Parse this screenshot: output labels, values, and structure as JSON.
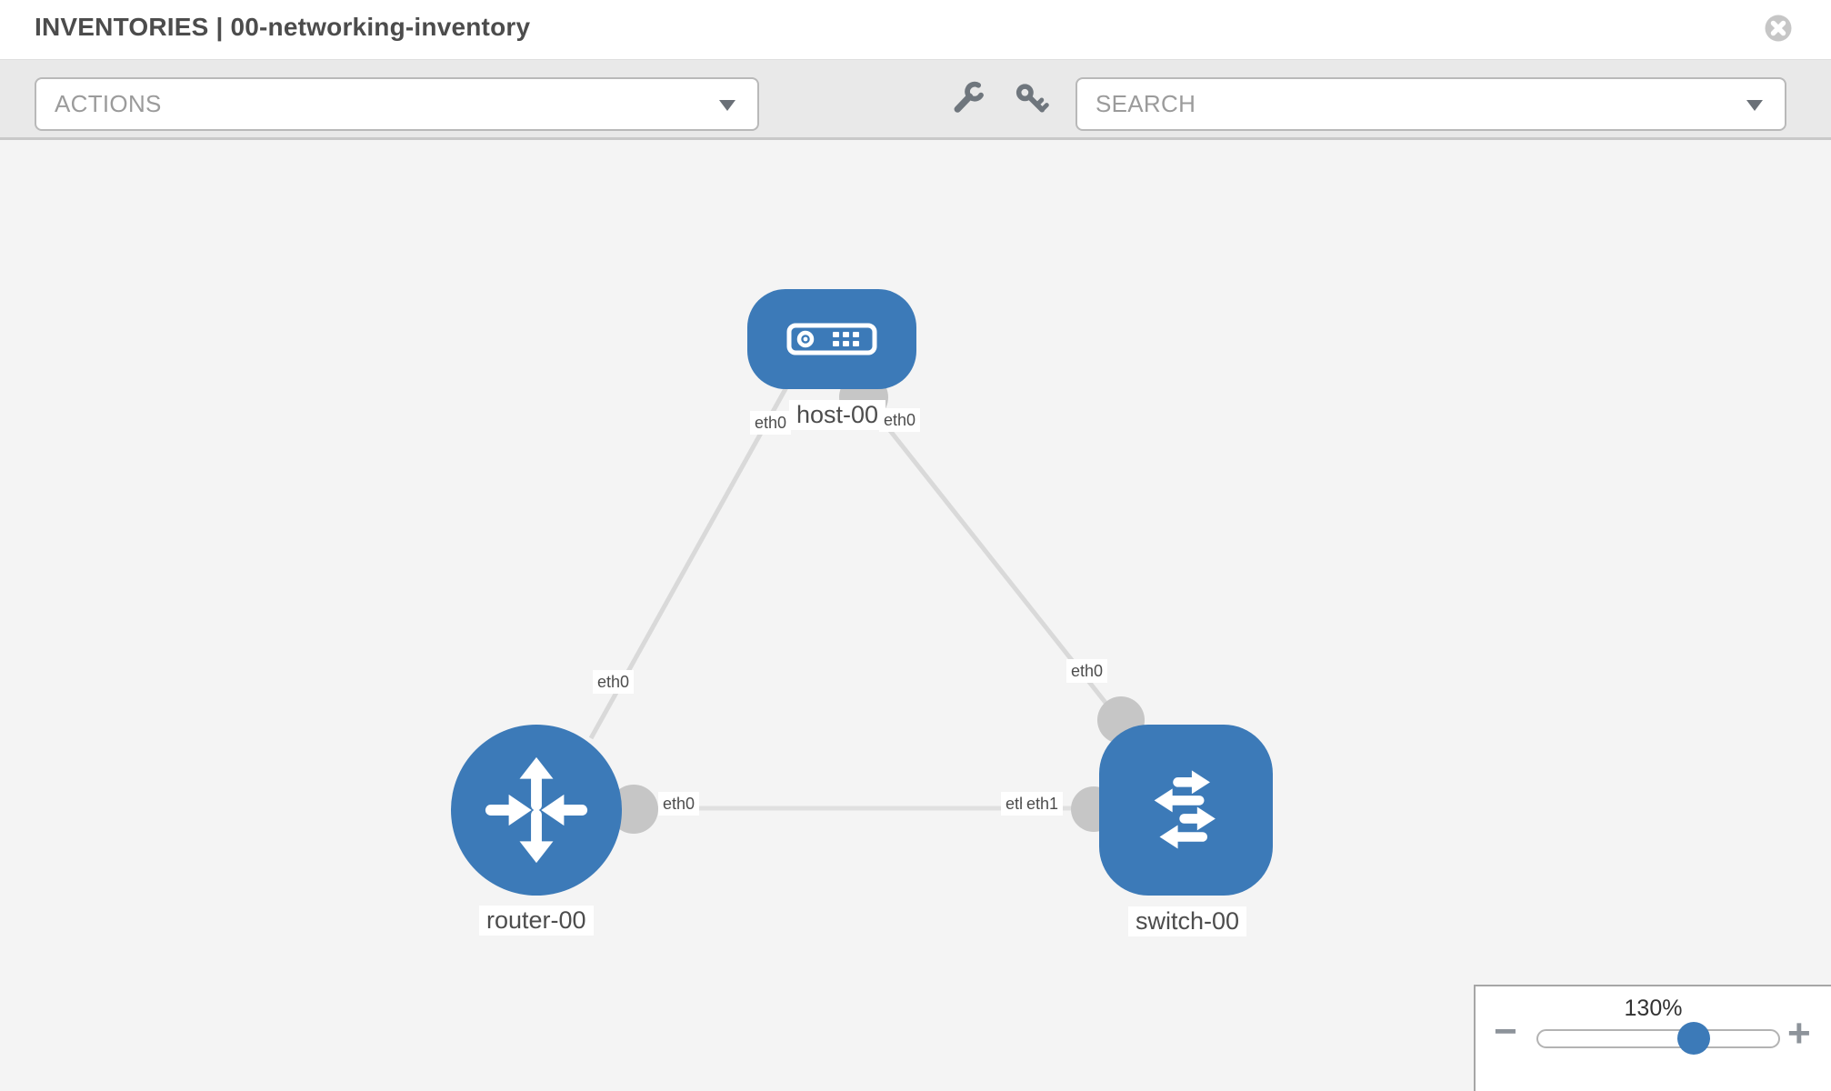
{
  "header": {
    "title": "INVENTORIES | 00-networking-inventory"
  },
  "toolbar": {
    "actions_label": "ACTIONS",
    "search_label": "SEARCH",
    "icons": [
      "wrench-icon",
      "key-icon"
    ]
  },
  "topology": {
    "nodes": [
      {
        "id": "host-00",
        "type": "host",
        "label": "host-00"
      },
      {
        "id": "router-00",
        "type": "router",
        "label": "router-00"
      },
      {
        "id": "switch-00",
        "type": "switch",
        "label": "switch-00"
      }
    ],
    "links": [
      {
        "source": "host-00",
        "source_interface": "eth0",
        "target": "router-00",
        "target_interface": "eth0"
      },
      {
        "source": "host-00",
        "source_interface": "eth0",
        "target": "switch-00",
        "target_interface": "eth0"
      },
      {
        "source": "router-00",
        "source_interface": "eth0",
        "target": "switch-00",
        "target_interface": "eth1",
        "overlapping_target_interface": "eth0"
      }
    ],
    "interface_labels": {
      "host_to_router_at_host": "eth0",
      "host_to_switch_at_host": "eth0",
      "host_to_router_at_router": "eth0",
      "host_to_switch_at_switch": "eth0",
      "router_to_switch_at_router": "eth0",
      "router_to_switch_at_switch_back": "eth0",
      "router_to_switch_at_switch_front": "eth1"
    }
  },
  "zoom_control": {
    "level": "130%",
    "zoom_out": "−",
    "zoom_in": "+"
  },
  "colors": {
    "node_blue": "#3c7ab8",
    "connector_gray": "#c6c6c6",
    "link_gray": "#d9d9d9",
    "canvas_bg": "#f4f4f4",
    "toolbar_bg": "#e9e9e9",
    "label_text": "#4d4d4d"
  }
}
